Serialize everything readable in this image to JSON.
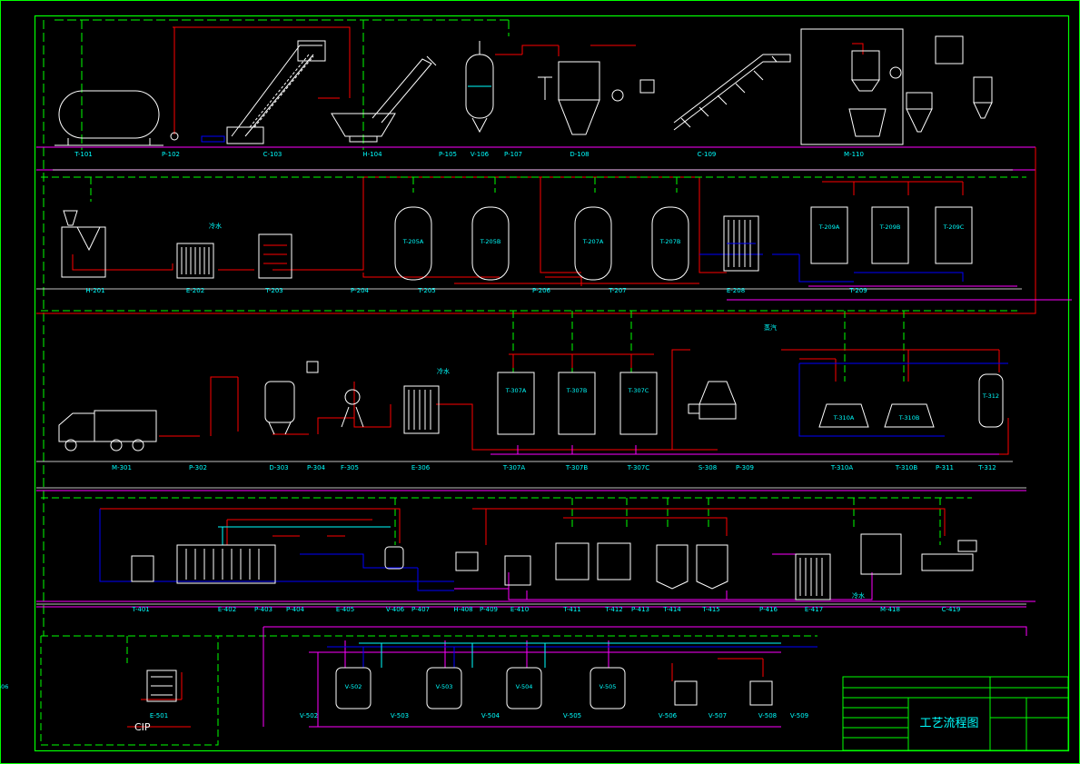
{
  "colors": {
    "background": "#000000",
    "border": "#00ff00",
    "steam": "#ff0000",
    "cooling": "#0000ff",
    "product": "#ff00ff",
    "cip_return": "#00ff00",
    "equipment": "#ffffff",
    "text": "#00ffff"
  },
  "title_block": {
    "drawing_title": "工艺流程图",
    "header_lines": [
      "",
      ""
    ],
    "rows": [
      "",
      "",
      "",
      "",
      "",
      ""
    ],
    "sheet": ""
  },
  "cip_label": "CIP",
  "water_label": "冷水",
  "steam_label": "蒸汽",
  "rows": [
    {
      "items": [
        {
          "tag": "T-101",
          "name": ""
        },
        {
          "tag": "P-102",
          "name": ""
        },
        {
          "tag": "C-103",
          "name": ""
        },
        {
          "tag": "H-104",
          "name": ""
        },
        {
          "tag": "P-105",
          "name": ""
        },
        {
          "tag": "V-106",
          "name": ""
        },
        {
          "tag": "P-107",
          "name": ""
        },
        {
          "tag": "D-108",
          "name": ""
        },
        {
          "tag": "C-109",
          "name": ""
        },
        {
          "tag": "M-110",
          "name": ""
        }
      ]
    },
    {
      "items": [
        {
          "tag": "H-201",
          "name": ""
        },
        {
          "tag": "E-202",
          "name": ""
        },
        {
          "tag": "T-203",
          "name": ""
        },
        {
          "tag": "P-204",
          "name": ""
        },
        {
          "tag": "T-205",
          "name": ""
        },
        {
          "tag": "P-206",
          "name": ""
        },
        {
          "tag": "T-207",
          "name": ""
        },
        {
          "tag": "E-208",
          "name": ""
        },
        {
          "tag": "T-209",
          "name": ""
        }
      ],
      "tank_tags": [
        "T-205A",
        "T-205B",
        "T-207A",
        "T-207B"
      ],
      "storage_tags": [
        "T-209A",
        "T-209B",
        "T-209C"
      ]
    },
    {
      "items": [
        {
          "tag": "M-301",
          "name": ""
        },
        {
          "tag": "P-302",
          "name": ""
        },
        {
          "tag": "D-303",
          "name": ""
        },
        {
          "tag": "P-304",
          "name": ""
        },
        {
          "tag": "F-305",
          "name": ""
        },
        {
          "tag": "E-306",
          "name": ""
        },
        {
          "tag": "T-307A",
          "name": ""
        },
        {
          "tag": "T-307B",
          "name": ""
        },
        {
          "tag": "T-307C",
          "name": ""
        },
        {
          "tag": "S-308",
          "name": ""
        },
        {
          "tag": "P-309",
          "name": ""
        },
        {
          "tag": "T-310A",
          "name": ""
        },
        {
          "tag": "T-310B",
          "name": ""
        },
        {
          "tag": "P-311",
          "name": ""
        },
        {
          "tag": "T-312",
          "name": ""
        }
      ],
      "vessel_tags": [
        "T-307A",
        "T-307B",
        "T-307C"
      ],
      "jacketed_tags": [
        "T-310A",
        "T-310B"
      ],
      "column_tag": "T-312"
    },
    {
      "items": [
        {
          "tag": "T-401",
          "name": ""
        },
        {
          "tag": "E-402",
          "name": ""
        },
        {
          "tag": "P-403",
          "name": ""
        },
        {
          "tag": "P-404",
          "name": ""
        },
        {
          "tag": "E-405",
          "name": ""
        },
        {
          "tag": "V-406",
          "name": ""
        },
        {
          "tag": "P-407",
          "name": ""
        },
        {
          "tag": "H-408",
          "name": ""
        },
        {
          "tag": "P-409",
          "name": ""
        },
        {
          "tag": "E-410",
          "name": ""
        },
        {
          "tag": "T-411",
          "name": ""
        },
        {
          "tag": "T-412",
          "name": ""
        },
        {
          "tag": "P-413",
          "name": ""
        },
        {
          "tag": "T-414",
          "name": ""
        },
        {
          "tag": "T-415",
          "name": ""
        },
        {
          "tag": "P-416",
          "name": ""
        },
        {
          "tag": "E-417",
          "name": ""
        },
        {
          "tag": "M-418",
          "name": ""
        },
        {
          "tag": "C-419",
          "name": ""
        }
      ],
      "tank_tags": [
        "T-411",
        "T-412",
        "T-414",
        "T-415"
      ]
    },
    {
      "items": [
        {
          "tag": "E-501",
          "name": ""
        },
        {
          "tag": "V-502",
          "name": ""
        },
        {
          "tag": "V-503",
          "name": ""
        },
        {
          "tag": "V-504",
          "name": ""
        },
        {
          "tag": "V-505",
          "name": ""
        },
        {
          "tag": "V-506",
          "name": ""
        },
        {
          "tag": "V-507",
          "name": ""
        },
        {
          "tag": "V-508",
          "name": ""
        },
        {
          "tag": "V-509",
          "name": ""
        }
      ],
      "vessel_tags": [
        "V-502",
        "V-503",
        "V-504",
        "V-505",
        "V-506"
      ]
    }
  ]
}
